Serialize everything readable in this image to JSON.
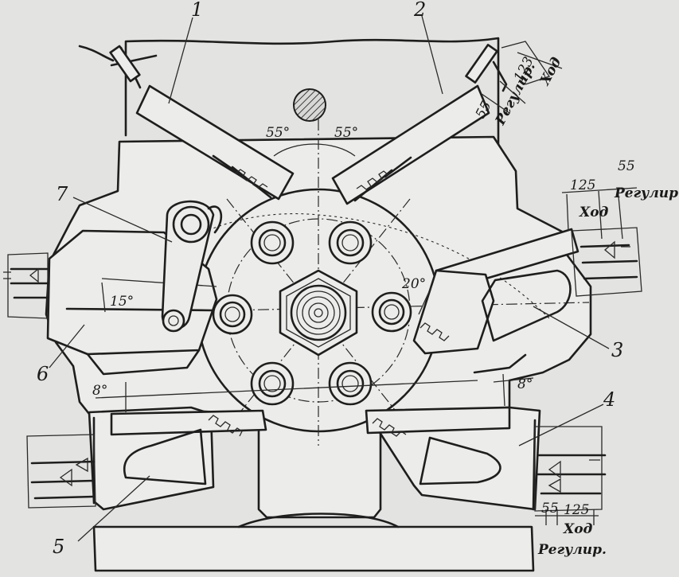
{
  "callouts": [
    "1",
    "2",
    "3",
    "4",
    "5",
    "6",
    "7"
  ],
  "angles": {
    "top_left": "55°",
    "top_right": "55°",
    "right_slide": "20°",
    "left_slide": "15°",
    "lower_left": "8°",
    "lower_right": "8°"
  },
  "dimensions": {
    "top_right_stroke": "123",
    "top_right_stroke_label": "Ход",
    "top_right_adjust": "55",
    "top_right_adjust_label": "Регулир.",
    "right_stroke": "125",
    "right_stroke_label": "Ход",
    "right_adjust": "55",
    "right_adjust_label": "Регулир",
    "bottom_adjust": "55",
    "bottom_stroke": "125",
    "bottom_stroke_label": "Ход",
    "bottom_adjust_label": "Регулир."
  }
}
